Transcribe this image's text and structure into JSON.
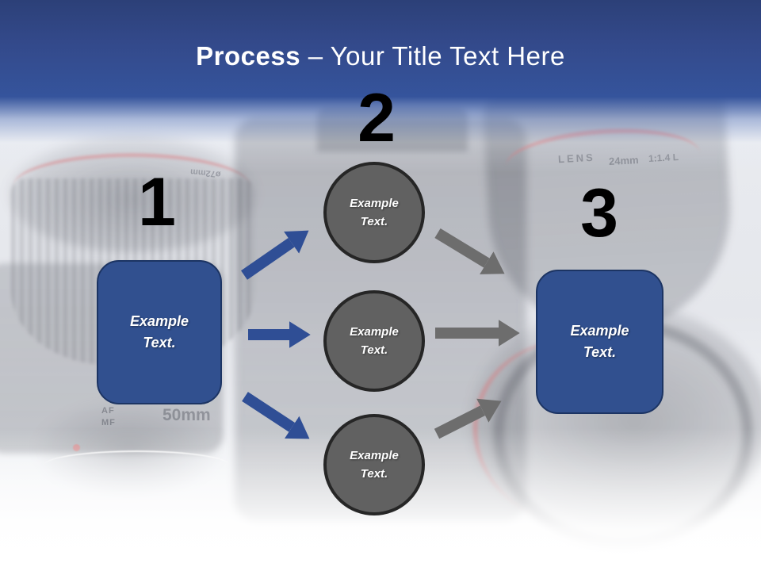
{
  "title": {
    "prefix": "Process",
    "suffix": "– Your Title Text Here"
  },
  "steps": {
    "one": {
      "number": "1"
    },
    "two": {
      "number": "2"
    },
    "three": {
      "number": "3"
    }
  },
  "box_left": {
    "line1": "Example",
    "line2": "Text."
  },
  "circles": [
    {
      "line1": "Example",
      "line2": "Text."
    },
    {
      "line1": "Example",
      "line2": "Text."
    },
    {
      "line1": "Example",
      "line2": "Text."
    }
  ],
  "box_right": {
    "line1": "Example",
    "line2": "Text."
  },
  "background_photo": {
    "left_lens_filter": "ø72mm",
    "left_lens_af": "AF",
    "left_lens_mf": "MF",
    "left_lens_focal": "50mm",
    "right_lens_brand": "LENS",
    "right_lens_focal": "24mm",
    "right_lens_aperture": "1:1.4 L"
  },
  "colors": {
    "header_top": "#2c4078",
    "header_mid": "#35549c",
    "accent_blue": "#31508f",
    "accent_blue_border": "#1c3463",
    "circle_fill": "#616161",
    "circle_border": "#262626",
    "arrow_blue": "#2f4e95",
    "arrow_gray": "#6d6d6d",
    "number_color": "#000000",
    "title_color": "#ffffff"
  }
}
